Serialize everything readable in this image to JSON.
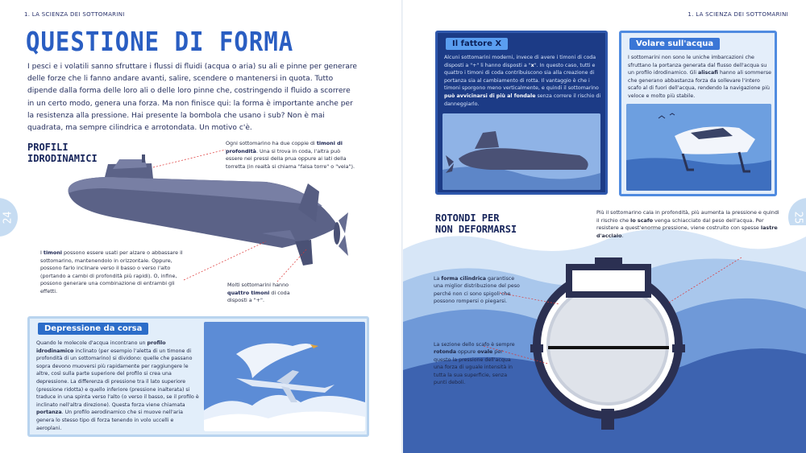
{
  "chapter": "1. LA SCIENZA DEI SOTTOMARINI",
  "left": {
    "page_number": "24",
    "title": "QUESTIONE DI FORMA",
    "intro": "I pesci e i volatili sanno sfruttare i flussi di fluidi (acqua o aria) su ali e pinne per generare delle forze che li fanno andare avanti, salire, scendere o mantenersi in quota. Tutto dipende dalla forma delle loro ali o delle loro pinne che, costringendo il fluido a scorrere in un certo modo, genera una forza. Ma non finisce qui: la forma è importante anche per la resistenza alla pressione. Hai presente la bombola che usano i sub? Non è mai quadrata, ma sempre cilindrica e arrotondata. Un motivo c'è.",
    "section_title_1": "PROFILI",
    "section_title_2": "IDRODINAMICI",
    "caption_timoni_a": "Ogni sottomarino ha due coppie di ",
    "caption_timoni_b": "timoni di profondità",
    "caption_timoni_c": ". Una si trova in coda, l'altra può essere nei pressi della prua oppure ai lati della torretta (in realtà si chiama \"falsa torre\" o \"vela\").",
    "caption_uso_a": "I ",
    "caption_uso_b": "timoni",
    "caption_uso_c": " possono essere usati per alzare o abbassare il sottomarino, mantenendolo in orizzontale. Oppure, possono farlo inclinare verso il basso o verso l'alto (portando a cambi di profondità più rapidi). O, infine, possono generare una combinazione di entrambi gli effetti.",
    "caption_quattro_a": "Molti sottomarini hanno ",
    "caption_quattro_b": "quattro timoni",
    "caption_quattro_c": " di coda disposti a \"+\".",
    "box_title": "Depressione da corsa",
    "box_text_a": "Quando le molecole d'acqua incontrano un ",
    "box_text_b": "profilo idrodinamico",
    "box_text_c": " inclinato (per esempio l'aletta di un timone di profondità di un sottomarino) si dividono: quelle che passano sopra devono muoversi più rapidamente per raggiungere le altre, così sulla parte superiore del profilo si crea una depressione. La differenza di pressione tra il lato superiore (pressione ridotta) e quello inferiore (pressione inalterata) si traduce in una spinta verso l'alto (o verso il basso, se il profilo è inclinato nell'altra direzione). Questa forza viene chiamata ",
    "box_text_d": "portanza",
    "box_text_e": ". Un profilo aerodinamico che si muove nell'aria genera lo stesso tipo di forza tenendo in volo uccelli e aeroplani."
  },
  "right": {
    "page_number": "25",
    "box_x_title": "Il fattore X",
    "box_x_text_a": "Alcuni sottomarini moderni, invece di avere i timoni di coda disposti a \"+\" li hanno disposti a \"",
    "box_x_text_b": "x",
    "box_x_text_c": "\". In questo caso, tutti e quattro i timoni di coda contribuiscono sia alla creazione di portanza sia al cambiamento di rotta. Il vantaggio è che i timoni sporgono meno verticalmente, e quindi il sottomarino ",
    "box_x_text_d": "può avvicinarsi di più al fondale",
    "box_x_text_e": " senza correre il rischio di danneggiarlo.",
    "box_v_title": "Volare sull'acqua",
    "box_v_text_a": "I sottomarini non sono le uniche imbarcazioni che sfruttano la portanza generata dal flusso dell'acqua su un profilo idrodinamico. Gli ",
    "box_v_text_b": "aliscafi",
    "box_v_text_c": " hanno ali sommerse che generano abbastanza forza da sollevare l'intero scafo al di fuori dell'acqua, rendendo la navigazione più veloce e molto più stabile.",
    "section_title_1": "ROTONDI PER",
    "section_title_2": "NON DEFORMARSI",
    "caption_pressione_a": "Più il sottomarino cala in profondità, più aumenta la pressione e quindi il rischio che ",
    "caption_pressione_b": "lo scafo",
    "caption_pressione_c": " venga schiacciato dal peso dell'acqua. Per resistere a quest'enorme pressione, viene costruito con spesse ",
    "caption_pressione_d": "lastre d'acciaio",
    "caption_pressione_e": ".",
    "caption_cil_a": "La ",
    "caption_cil_b": "forma cilindrica",
    "caption_cil_c": " garantisce una miglior distribuzione del peso perché non ci sono spigoli che possono rompersi o piegarsi.",
    "caption_sez_a": "La sezione dello scafo è sempre ",
    "caption_sez_b": "rotonda",
    "caption_sez_c": " oppure ",
    "caption_sez_d": "ovale",
    "caption_sez_e": " per questo la pressione dell'acqua una forza di uguale intensità in tutta la sua superficie, senza punti deboli."
  },
  "colors": {
    "title_blue": "#2a5ec2",
    "navy": "#1c3b86",
    "light_blue": "#e2eefa",
    "sea": "#3d63b0"
  }
}
